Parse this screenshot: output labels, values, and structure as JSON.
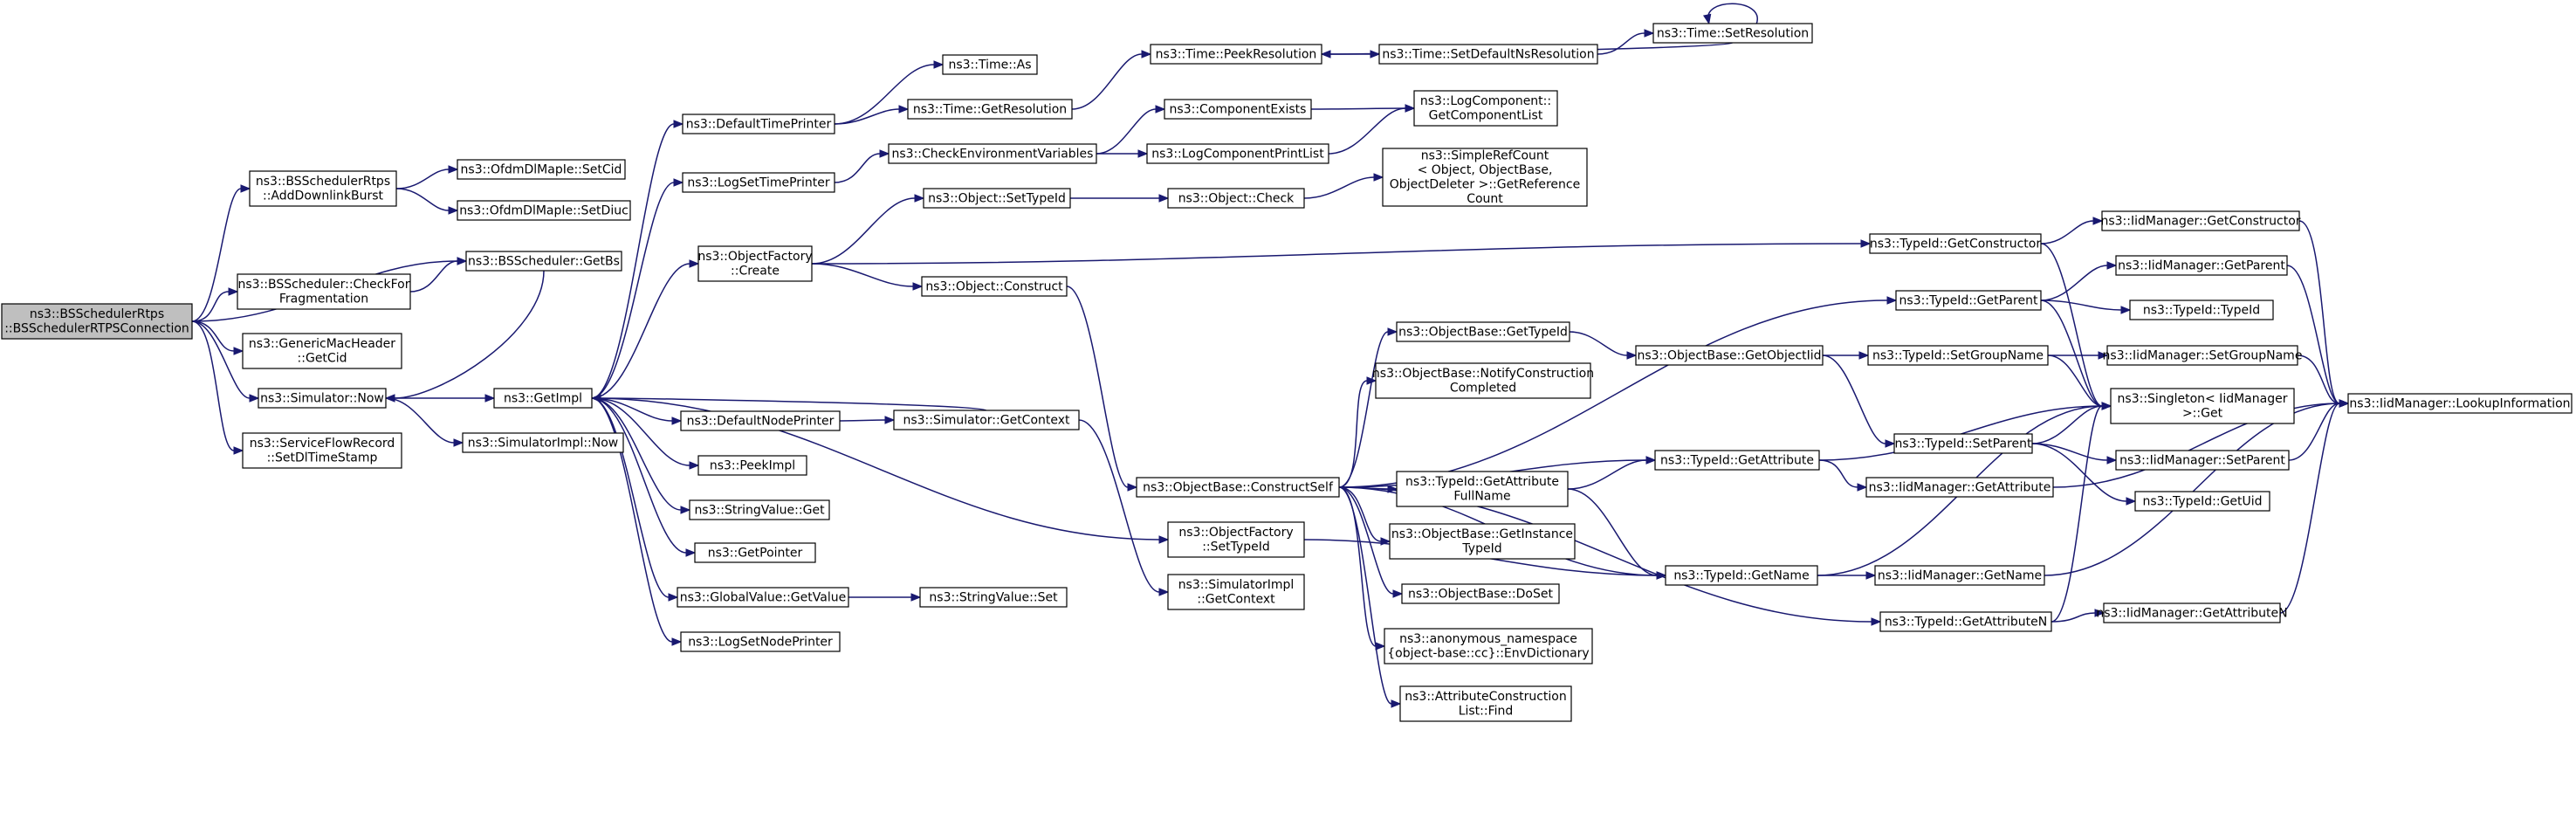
{
  "diagram": {
    "type": "call-graph",
    "nodes": [
      {
        "id": "root",
        "lines": [
          "ns3::BSSchedulerRtps",
          "::BSSchedulerRTPSConnection"
        ],
        "highlight": true
      },
      {
        "id": "adddl",
        "lines": [
          "ns3::BSSchedulerRtps",
          "::AddDownlinkBurst"
        ]
      },
      {
        "id": "checkfrag",
        "lines": [
          "ns3::BSScheduler::CheckFor",
          "Fragmentation"
        ]
      },
      {
        "id": "getcid",
        "lines": [
          "ns3::GenericMacHeader",
          "::GetCid"
        ]
      },
      {
        "id": "simnow",
        "lines": [
          "ns3::Simulator::Now"
        ]
      },
      {
        "id": "setdlts",
        "lines": [
          "ns3::ServiceFlowRecord",
          "::SetDlTimeStamp"
        ]
      },
      {
        "id": "setcid",
        "lines": [
          "ns3::OfdmDlMapIe::SetCid"
        ]
      },
      {
        "id": "setdiuc",
        "lines": [
          "ns3::OfdmDlMapIe::SetDiuc"
        ]
      },
      {
        "id": "getbs",
        "lines": [
          "ns3::BSScheduler::GetBs"
        ]
      },
      {
        "id": "getimpl",
        "lines": [
          "ns3::GetImpl"
        ]
      },
      {
        "id": "simimplnow",
        "lines": [
          "ns3::SimulatorImpl::Now"
        ]
      },
      {
        "id": "deftimeprinter",
        "lines": [
          "ns3::DefaultTimePrinter"
        ]
      },
      {
        "id": "logsettimeprinter",
        "lines": [
          "ns3::LogSetTimePrinter"
        ]
      },
      {
        "id": "objfactcreate",
        "lines": [
          "ns3::ObjectFactory",
          "::Create"
        ]
      },
      {
        "id": "defnodeprinter",
        "lines": [
          "ns3::DefaultNodePrinter"
        ]
      },
      {
        "id": "peekimpl",
        "lines": [
          "ns3::PeekImpl"
        ]
      },
      {
        "id": "strvalget",
        "lines": [
          "ns3::StringValue::Get"
        ]
      },
      {
        "id": "getpointer",
        "lines": [
          "ns3::GetPointer"
        ]
      },
      {
        "id": "gvgetvalue",
        "lines": [
          "ns3::GlobalValue::GetValue"
        ]
      },
      {
        "id": "logsetnodeprinter",
        "lines": [
          "ns3::LogSetNodePrinter"
        ]
      },
      {
        "id": "timeas",
        "lines": [
          "ns3::Time::As"
        ]
      },
      {
        "id": "timegetres",
        "lines": [
          "ns3::Time::GetResolution"
        ]
      },
      {
        "id": "checkenv",
        "lines": [
          "ns3::CheckEnvironmentVariables"
        ]
      },
      {
        "id": "objsettypeid",
        "lines": [
          "ns3::Object::SetTypeId"
        ]
      },
      {
        "id": "objconstruct",
        "lines": [
          "ns3::Object::Construct"
        ]
      },
      {
        "id": "simgetctx",
        "lines": [
          "ns3::Simulator::GetContext"
        ]
      },
      {
        "id": "strvalset",
        "lines": [
          "ns3::StringValue::Set"
        ]
      },
      {
        "id": "timepeekres",
        "lines": [
          "ns3::Time::PeekResolution"
        ]
      },
      {
        "id": "compexists",
        "lines": [
          "ns3::ComponentExists"
        ]
      },
      {
        "id": "logcompprintlist",
        "lines": [
          "ns3::LogComponentPrintList"
        ]
      },
      {
        "id": "objcheck",
        "lines": [
          "ns3::Object::Check"
        ]
      },
      {
        "id": "objbaseconstructself",
        "lines": [
          "ns3::ObjectBase::ConstructSelf"
        ]
      },
      {
        "id": "objfactsettypeid",
        "lines": [
          "ns3::ObjectFactory",
          "::SetTypeId"
        ]
      },
      {
        "id": "simimplgetctx",
        "lines": [
          "ns3::SimulatorImpl",
          "::GetContext"
        ]
      },
      {
        "id": "timesetdefres",
        "lines": [
          "ns3::Time::SetDefaultNsResolution"
        ]
      },
      {
        "id": "timesetres",
        "lines": [
          "ns3::Time::SetResolution"
        ]
      },
      {
        "id": "logcompgetlist",
        "lines": [
          "ns3::LogComponent::",
          "GetComponentList"
        ]
      },
      {
        "id": "simplerefcount",
        "lines": [
          "ns3::SimpleRefCount",
          "< Object, ObjectBase,",
          "ObjectDeleter >::GetReference",
          "Count"
        ]
      },
      {
        "id": "obgettypeid",
        "lines": [
          "ns3::ObjectBase::GetTypeId"
        ]
      },
      {
        "id": "obnotify",
        "lines": [
          "ns3::ObjectBase::NotifyConstruction",
          "Completed"
        ]
      },
      {
        "id": "tidgetattrfull",
        "lines": [
          "ns3::TypeId::GetAttribute",
          "FullName"
        ]
      },
      {
        "id": "obgetinst",
        "lines": [
          "ns3::ObjectBase::GetInstance",
          "TypeId"
        ]
      },
      {
        "id": "obdoset",
        "lines": [
          "ns3::ObjectBase::DoSet"
        ]
      },
      {
        "id": "anonenvdict",
        "lines": [
          "ns3::anonymous_namespace",
          "{object-base::cc}::EnvDictionary"
        ]
      },
      {
        "id": "attrconsfind",
        "lines": [
          "ns3::AttributeConstruction",
          "List::Find"
        ]
      },
      {
        "id": "tidgetconstructor",
        "lines": [
          "ns3::TypeId::GetConstructor"
        ]
      },
      {
        "id": "tidgetparent",
        "lines": [
          "ns3::TypeId::GetParent"
        ]
      },
      {
        "id": "obgetobjtid",
        "lines": [
          "ns3::ObjectBase::GetObjectIid"
        ]
      },
      {
        "id": "tidgetattribute",
        "lines": [
          "ns3::TypeId::GetAttribute"
        ]
      },
      {
        "id": "tidgetname",
        "lines": [
          "ns3::TypeId::GetName"
        ]
      },
      {
        "id": "tidgetattrn",
        "lines": [
          "ns3::TypeId::GetAttributeN"
        ]
      },
      {
        "id": "tidsetgroupname",
        "lines": [
          "ns3::TypeId::SetGroupName"
        ]
      },
      {
        "id": "tidsetparent",
        "lines": [
          "ns3::TypeId::SetParent"
        ]
      },
      {
        "id": "iidgetattribute",
        "lines": [
          "ns3::IidManager::GetAttribute"
        ]
      },
      {
        "id": "iidgetname",
        "lines": [
          "ns3::IidManager::GetName"
        ]
      },
      {
        "id": "iidgetattrn",
        "lines": [
          "ns3::IidManager::GetAttributeN"
        ]
      },
      {
        "id": "iidgetconstructor",
        "lines": [
          "ns3::IidManager::GetConstructor"
        ]
      },
      {
        "id": "iidgetparent",
        "lines": [
          "ns3::IidManager::GetParent"
        ]
      },
      {
        "id": "tidtypeid",
        "lines": [
          "ns3::TypeId::TypeId"
        ]
      },
      {
        "id": "iidsetgroupname",
        "lines": [
          "ns3::IidManager::SetGroupName"
        ]
      },
      {
        "id": "singletonget",
        "lines": [
          "ns3::Singleton< IidManager",
          ">::Get"
        ]
      },
      {
        "id": "iidsetparent",
        "lines": [
          "ns3::IidManager::SetParent"
        ]
      },
      {
        "id": "tidgetuid",
        "lines": [
          "ns3::TypeId::GetUid"
        ]
      },
      {
        "id": "iidlookup",
        "lines": [
          "ns3::IidManager::LookupInformation"
        ]
      }
    ]
  }
}
